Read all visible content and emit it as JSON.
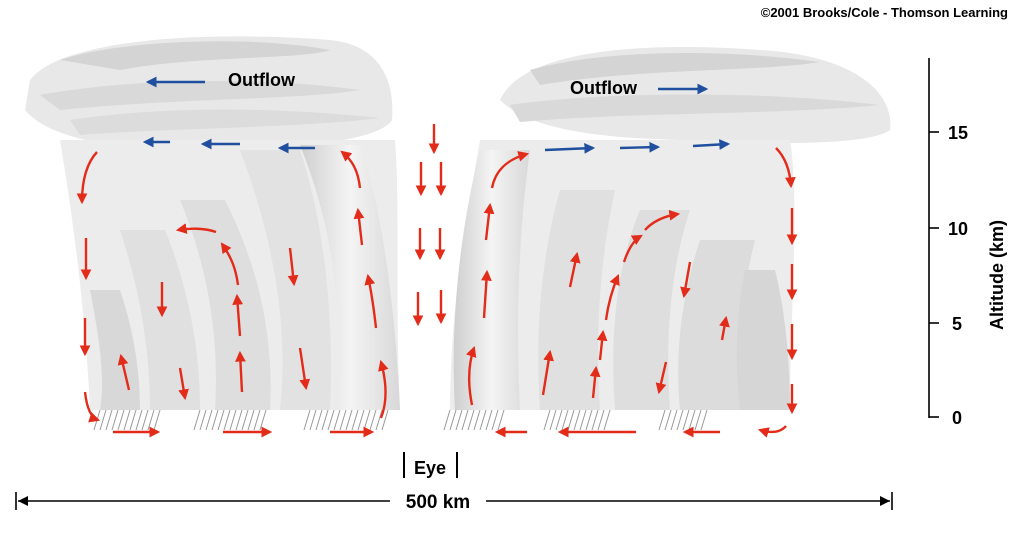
{
  "copyright": "©2001 Brooks/Cole - Thomson Learning",
  "labels": {
    "outflow_left": "Outflow",
    "outflow_right": "Outflow",
    "eye": "Eye",
    "scale": "500 km"
  },
  "altitude_axis": {
    "label": "Altitude (km)",
    "ticks": [
      "15",
      "10",
      "5",
      "0"
    ]
  },
  "colors": {
    "inflow_arrow": "#e32b1a",
    "outflow_arrow": "#1f4f9e",
    "cloud": "#e6e6e6"
  }
}
